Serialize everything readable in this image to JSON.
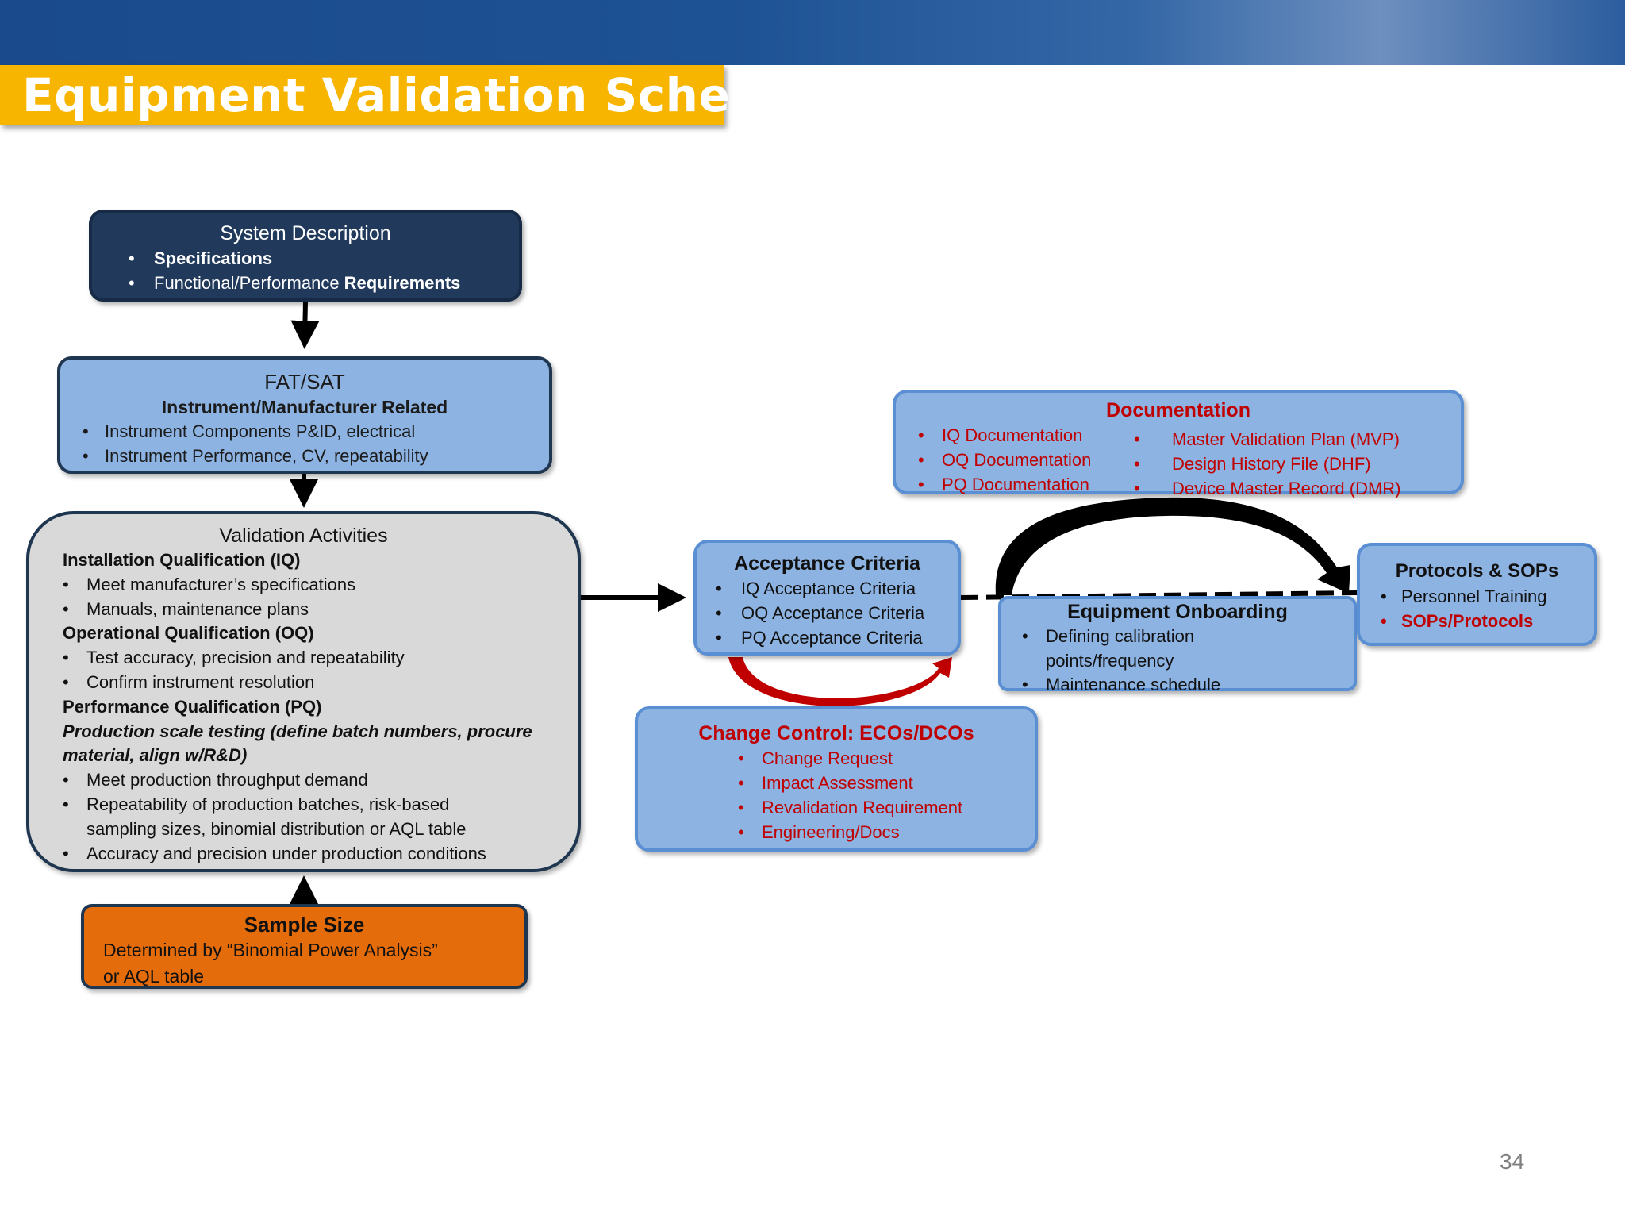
{
  "title": "Equipment Validation Scheme",
  "page_number": "34",
  "system_description": {
    "heading": "System Description",
    "items": [
      {
        "text": "",
        "bold": "Specifications"
      },
      {
        "text": "Functional/Performance ",
        "bold": "Requirements"
      }
    ]
  },
  "fat_sat": {
    "heading": "FAT/SAT",
    "subheading": "Instrument/Manufacturer Related",
    "items": [
      "Instrument Components P&ID, electrical",
      "Instrument Performance, CV, repeatability"
    ]
  },
  "validation_activities": {
    "heading": "Validation Activities",
    "iq_heading": "Installation Qualification (IQ)",
    "iq_items": [
      "Meet manufacturer’s specifications",
      "Manuals, maintenance plans"
    ],
    "oq_heading": "Operational Qualification (OQ)",
    "oq_items": [
      "Test accuracy, precision and repeatability",
      "Confirm instrument resolution"
    ],
    "pq_heading": "Performance Qualification (PQ)",
    "pq_note_line1": "Production scale testing (define batch numbers, procure",
    "pq_note_line2": "material, align w/R&D)",
    "pq_items": [
      "Meet production throughput demand",
      "Repeatability of production batches, risk-based",
      "Accuracy and precision under production conditions"
    ],
    "pq_item2_line2": "sampling sizes, binomial distribution or AQL table"
  },
  "sample_size": {
    "heading": "Sample Size",
    "line1": "Determined by “Binomial Power Analysis”",
    "line2": "or AQL table"
  },
  "acceptance_criteria": {
    "heading": "Acceptance Criteria",
    "items": [
      "IQ Acceptance Criteria",
      "OQ Acceptance Criteria",
      "PQ Acceptance Criteria"
    ]
  },
  "documentation": {
    "heading": "Documentation",
    "col1": [
      "IQ Documentation",
      "OQ Documentation",
      "PQ Documentation"
    ],
    "col2": [
      "Master Validation Plan (MVP)",
      "Design History File (DHF)",
      "Device Master Record (DMR)"
    ]
  },
  "equipment_onboarding": {
    "heading": "Equipment Onboarding",
    "items": [
      "Defining calibration points/frequency",
      "Maintenance schedule"
    ]
  },
  "protocols_sops": {
    "heading": "Protocols & SOPs",
    "items": [
      "Personnel Training",
      "SOPs/Protocols"
    ]
  },
  "change_control": {
    "heading": "Change Control: ECOs/DCOs",
    "items": [
      "Change Request",
      "Impact Assessment",
      "Revalidation Requirement",
      "Engineering/Docs"
    ]
  },
  "colors": {
    "banner_blue": "#1d5294",
    "title_yellow": "#f7b500",
    "box_blue": "#8db3e2",
    "dark_navy": "#213a5c",
    "orange": "#e46c0a",
    "red_text": "#c00000",
    "gray_box": "#d9d9d9"
  }
}
